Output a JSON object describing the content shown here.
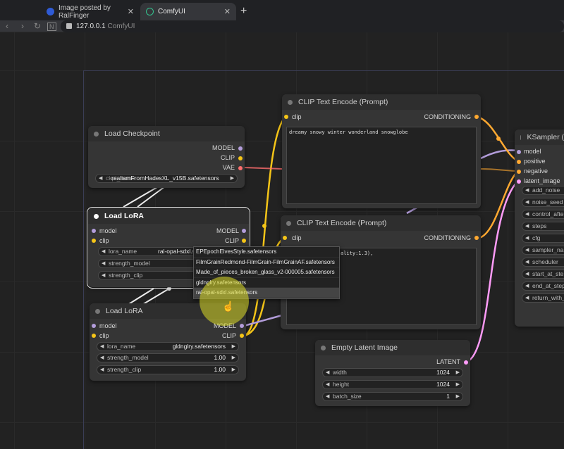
{
  "browser": {
    "tabs": [
      {
        "title": "Image posted by RalFinger",
        "active": false
      },
      {
        "title": "ComfyUI",
        "active": true
      }
    ],
    "url_host": "127.0.0.1",
    "url_title": "ComfyUI"
  },
  "nodes": {
    "load_checkpoint": {
      "title": "Load Checkpoint",
      "outputs": [
        "MODEL",
        "CLIP",
        "VAE"
      ],
      "ckpt_label": "ckpt_name",
      "ckpt_value": "realismFromHadesXL_v15B.safetensors"
    },
    "lora1": {
      "title": "Load LoRA",
      "inputs": [
        "model",
        "clip"
      ],
      "outputs": [
        "MODEL",
        "CLIP"
      ],
      "widgets": [
        {
          "label": "lora_name",
          "value": "ral-opal-sdxl.safetensors"
        },
        {
          "label": "strength_model",
          "value": ""
        },
        {
          "label": "strength_clip",
          "value": ""
        }
      ]
    },
    "lora2": {
      "title": "Load LoRA",
      "inputs": [
        "model",
        "clip"
      ],
      "outputs": [
        "MODEL",
        "CLIP"
      ],
      "widgets": [
        {
          "label": "lora_name",
          "value": "gldnglry.safetensors"
        },
        {
          "label": "strength_model",
          "value": "1.00"
        },
        {
          "label": "strength_clip",
          "value": "1.00"
        }
      ]
    },
    "clip1": {
      "title": "CLIP Text Encode (Prompt)",
      "input": "clip",
      "output": "CONDITIONING",
      "text": "dreamy snowy winter wonderland snowglobe"
    },
    "clip2": {
      "title": "CLIP Text Encode (Prompt)",
      "input": "clip",
      "output": "CONDITIONING",
      "text": "ality:1.3),"
    },
    "latent": {
      "title": "Empty Latent Image",
      "output": "LATENT",
      "widgets": [
        {
          "label": "width",
          "value": "1024"
        },
        {
          "label": "height",
          "value": "1024"
        },
        {
          "label": "batch_size",
          "value": "1"
        }
      ]
    },
    "ksampler": {
      "title": "KSampler (",
      "inputs": [
        "model",
        "positive",
        "negative",
        "latent_image"
      ],
      "widgets": [
        "add_noise",
        "noise_seed",
        "control_afte",
        "steps",
        "cfg",
        "sampler_na",
        "scheduler",
        "start_at_ste",
        "end_at_step",
        "return_with_"
      ]
    }
  },
  "dropdown": {
    "items": [
      "EPEpochElvesStyle.safetensors",
      "FilmGrainRedmond-FilmGrain-FilmGrainAF.safetensors",
      "Made_of_pieces_broken_glass_v2-000005.safetensors",
      "gldnglry.safetensors",
      "ral-opal-sdxl.safetensors"
    ],
    "highlighted_index": 4
  },
  "colors": {
    "clip_wire": "#f5c518",
    "model_wire": "#b39ddb",
    "vae_wire": "#ff6e6e",
    "cond_wire": "#ffa931",
    "latent_wire": "#ff9cf9"
  }
}
